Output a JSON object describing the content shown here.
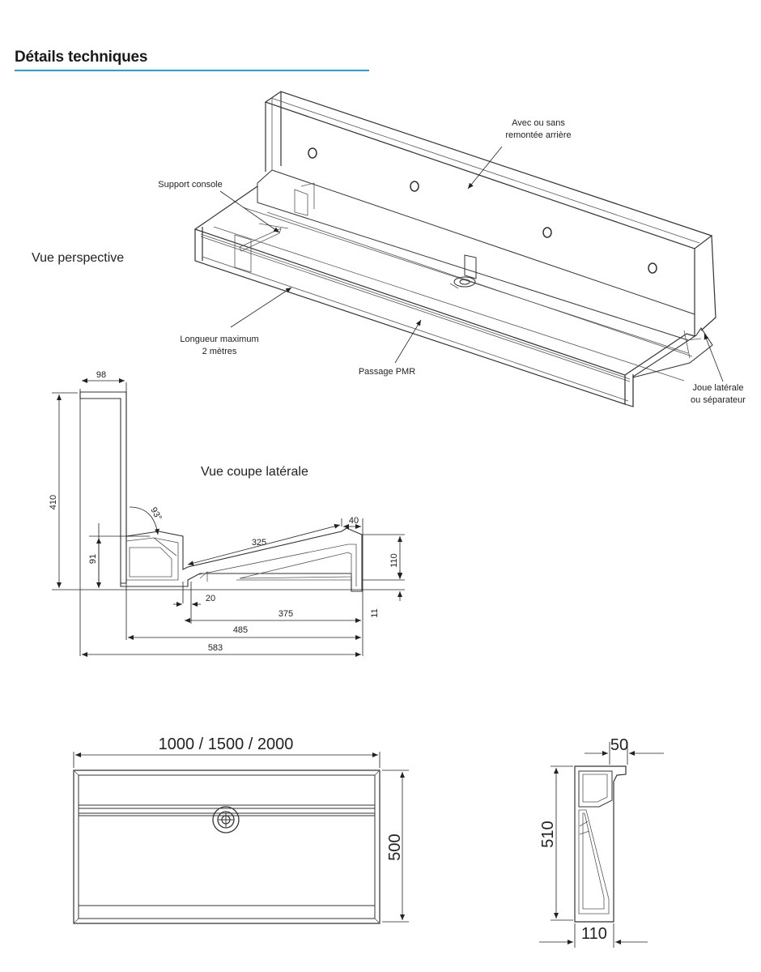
{
  "header": {
    "title": "Détails techniques",
    "accent_color": "#2a9fd8"
  },
  "perspective": {
    "view_label": "Vue perspective",
    "callouts": {
      "back": [
        "Avec ou sans",
        "remontée arrière"
      ],
      "console": [
        "Support console"
      ],
      "length": [
        "Longueur maximum",
        "2 mètres"
      ],
      "pmr": [
        "Passage PMR"
      ],
      "side": [
        "Joue latérale",
        "ou séparateur"
      ]
    }
  },
  "section": {
    "view_label": "Vue coupe latérale",
    "dims": {
      "d98": "98",
      "d410": "410",
      "angle": "93°",
      "d91": "91",
      "d325": "325",
      "d40": "40",
      "d110": "110",
      "d20": "20",
      "d375": "375",
      "d11": "11",
      "d485": "485",
      "d583": "583"
    }
  },
  "top_view": {
    "width": "1000 / 1500 / 2000",
    "depth": "500"
  },
  "side_view": {
    "top": "50",
    "height": "510",
    "bottom": "110"
  }
}
